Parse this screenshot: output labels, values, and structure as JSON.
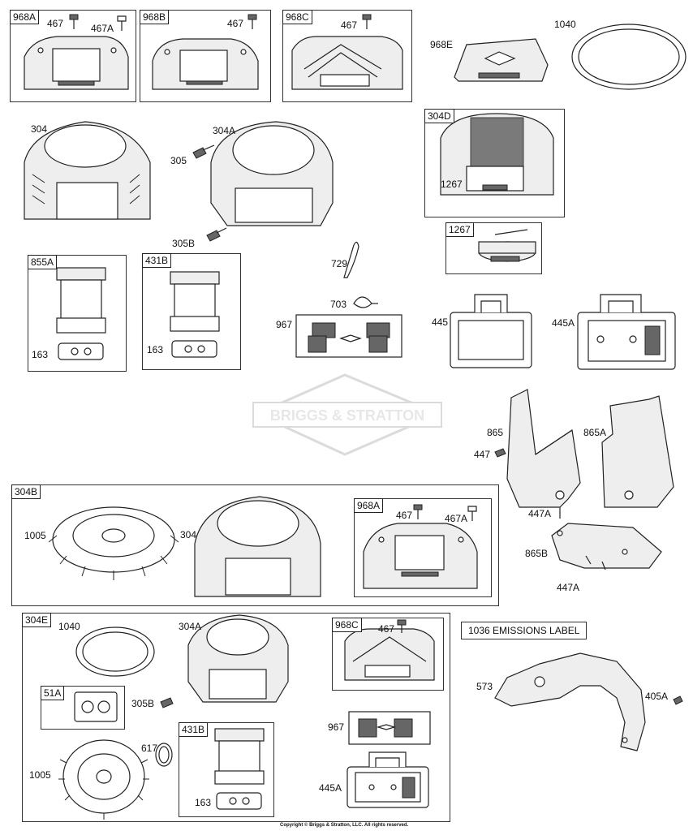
{
  "diagram": {
    "labels": {
      "l968a_467": "467",
      "l968a_467a": "467A",
      "l968b_467": "467",
      "l968c_467": "467",
      "l968e": "968E",
      "l1040": "1040",
      "l304": "304",
      "l304a": "304A",
      "l305": "305",
      "l305b": "305B",
      "l1267": "1267",
      "l729": "729",
      "l703": "703",
      "l967": "967",
      "l445": "445",
      "l445a": "445A",
      "l163a": "163",
      "l163b": "163",
      "l865": "865",
      "l865a": "865A",
      "l447": "447",
      "l447a": "447A",
      "l865b": "865B",
      "l447a2": "447A",
      "l1005": "1005",
      "l304_b": "304",
      "l967a_467": "467",
      "l967a_467a": "467A",
      "l1040_e": "1040",
      "l304a_e": "304A",
      "l305b_e": "305B",
      "l968c_e_467": "467",
      "l617": "617",
      "l1005_e": "1005",
      "l967_e": "967",
      "l445a_e": "445A",
      "l163_e": "163",
      "l573": "573",
      "l405a": "405A"
    },
    "tags": {
      "t968a": "968A",
      "t968b": "968B",
      "t968c": "968C",
      "t304d": "304D",
      "t1267": "1267",
      "t855a": "855A",
      "t431b": "431B",
      "t304b": "304B",
      "t968a_b": "968A",
      "t304e": "304E",
      "t968c_e": "968C",
      "t51a": "51A",
      "t431b_e": "431B"
    },
    "emissions_label": "1036 EMISSIONS LABEL",
    "watermark": "BRIGGS & STRATTON",
    "copyright": "Copyright © Briggs & Stratton, LLC. All rights reserved."
  }
}
